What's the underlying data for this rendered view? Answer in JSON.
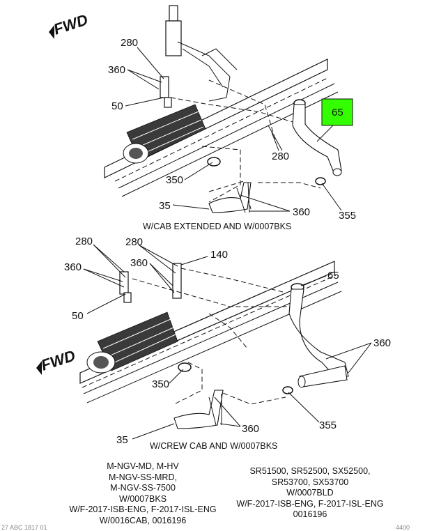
{
  "views": {
    "top": {
      "caption": "W/CAB EXTENDED AND W/0007BKS",
      "fwd": "FWD",
      "callouts": {
        "c280a": "280",
        "c360a": "360",
        "c50": "50",
        "c65": "65",
        "c280b": "280",
        "c350": "350",
        "c35": "35",
        "c360b": "360",
        "c355": "355"
      },
      "highlight_color": "#33ff00"
    },
    "bottom": {
      "caption": "W/CREW CAB AND W/0007BKS",
      "fwd": "FWD",
      "callouts": {
        "c280a": "280",
        "c280b": "280",
        "c140": "140",
        "c360a": "360",
        "c360b": "360",
        "c50": "50",
        "c65": "65",
        "c360c": "360",
        "c350": "350",
        "c35": "35",
        "c360d": "360",
        "c355": "355"
      }
    }
  },
  "notes": {
    "left": [
      "M-NGV-MD, M-HV",
      "M-NGV-SS-MRD,",
      "M-NGV-SS-7500",
      "W/0007BKS",
      "W/F-2017-ISB-ENG, F-2017-ISL-ENG",
      "W/0016CAB, 0016196"
    ],
    "right": [
      "SR51500, SR52500, SX52500,",
      "SR53700, SX53700",
      "W/0007BLD",
      "W/F-2017-ISB-ENG, F-2017-ISL-ENG",
      "0016196"
    ]
  },
  "footer": {
    "code": "27 ABC 1817 01",
    "page": "4400"
  }
}
